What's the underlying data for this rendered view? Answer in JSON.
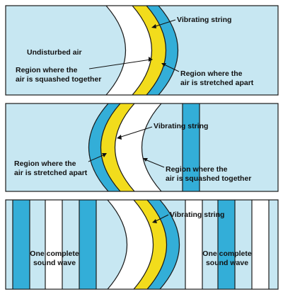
{
  "colors": {
    "air": "#c7e7f2",
    "compressed": "#33aed8",
    "rarefied": "#ffffff",
    "string": "#f2dc1c",
    "outline": "#1a1a1a",
    "text": "#111111"
  },
  "panel1": {
    "vibrating_string": "Vibrating string",
    "undisturbed_air": "Undisturbed air",
    "squashed_line1": "Region where the",
    "squashed_line2": "air is squashed together",
    "stretched_line1": "Region where the",
    "stretched_line2": "air is stretched apart"
  },
  "panel2": {
    "vibrating_string": "Vibrating string",
    "stretched_line1": "Region where the",
    "stretched_line2": "air is stretched apart",
    "squashed_line1": "Region where the",
    "squashed_line2": "air is squashed together"
  },
  "panel3": {
    "vibrating_string": "Vibrating string",
    "wave_left_line1": "One complete",
    "wave_left_line2": "sound wave",
    "wave_right_line1": "One complete",
    "wave_right_line2": "sound wave"
  }
}
